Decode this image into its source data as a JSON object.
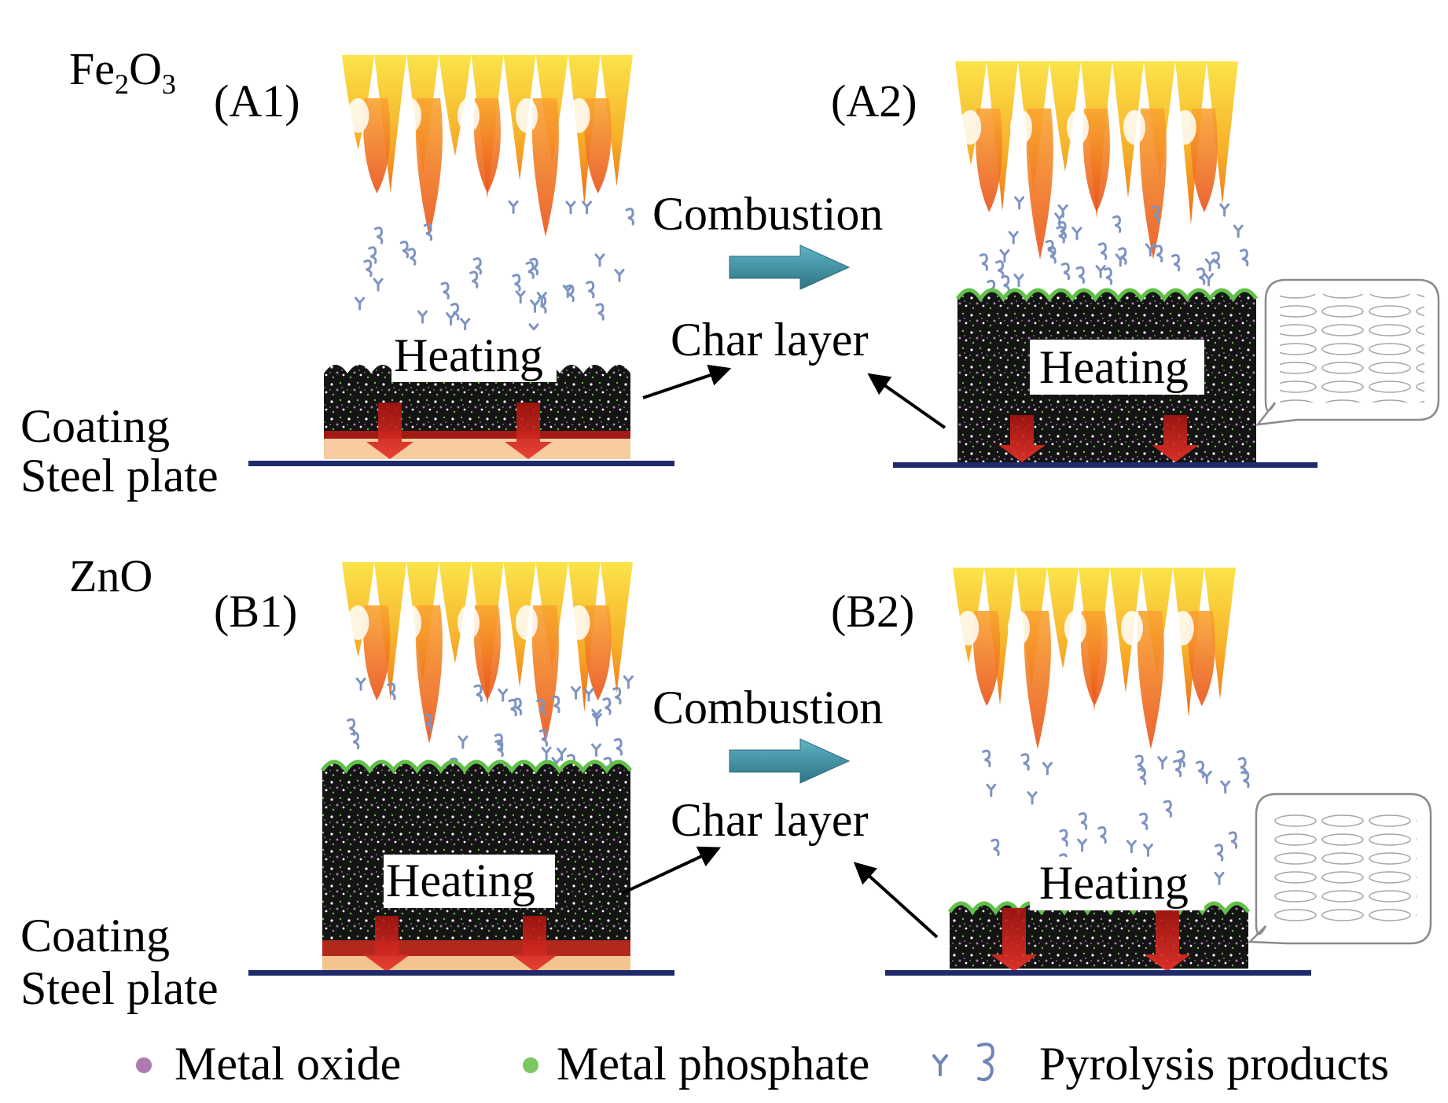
{
  "rows": [
    {
      "material": {
        "base": "Fe",
        "sub1": "2",
        "mid": "O",
        "sub2": "3"
      },
      "left_panel": {
        "label": "(A1)",
        "heating": "Heating"
      },
      "right_panel": {
        "label": "(A2)",
        "heating": "Heating"
      },
      "center": {
        "combustion": "Combustion",
        "char_layer": "Char layer"
      },
      "side_labels": {
        "coating": "Coating",
        "steel_plate": "Steel plate"
      }
    },
    {
      "material": {
        "base": "ZnO",
        "sub1": "",
        "mid": "",
        "sub2": ""
      },
      "left_panel": {
        "label": "(B1)",
        "heating": "Heating"
      },
      "right_panel": {
        "label": "(B2)",
        "heating": "Heating"
      },
      "center": {
        "combustion": "Combustion",
        "char_layer": "Char layer"
      },
      "side_labels": {
        "coating": "Coating",
        "steel_plate": "Steel plate"
      }
    }
  ],
  "legend": {
    "metal_oxide": "Metal oxide",
    "metal_phosphate": "Metal phosphate",
    "pyrolysis_products": "Pyrolysis products"
  },
  "colors": {
    "flame_outer": "#f7d23a",
    "flame_inner": "#f07a1c",
    "char": "#151515",
    "metal_oxide": "#b07ab0",
    "metal_phosphate": "#7cc860",
    "steel_plate": "#1f2a6b",
    "heat_arrow": "#d3221e",
    "process_arrow": "#3f8ea3",
    "pyrolysis": "#6e86b8"
  }
}
